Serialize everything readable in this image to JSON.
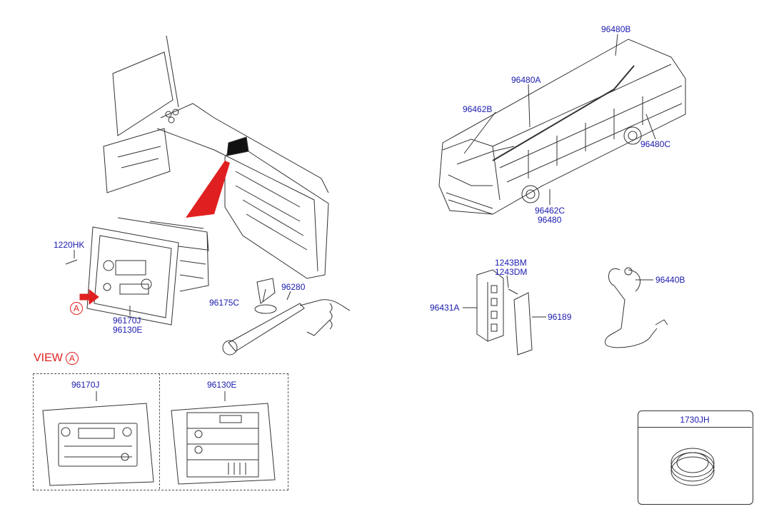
{
  "view_title": "VIEW",
  "view_marker": "A",
  "callout_marker": "A",
  "colors": {
    "label": "#1a1ab0",
    "accent": "#e02020",
    "line": "#333333"
  },
  "labels": {
    "p1220HK": "1220HK",
    "p96170J": "96170J",
    "p96130E": "96130E",
    "p96175C": "96175C",
    "p96280": "96280",
    "p96480B": "96480B",
    "p96480A": "96480A",
    "p96462B": "96462B",
    "p96480C": "96480C",
    "p96462C": "96462C",
    "p96480": "96480",
    "p1243BM": "1243BM",
    "p1243DM": "1243DM",
    "p96431A": "96431A",
    "p96189": "96189",
    "p96440B": "96440B",
    "panel_left": "96170J",
    "panel_right": "96130E",
    "box": "1730JH"
  }
}
